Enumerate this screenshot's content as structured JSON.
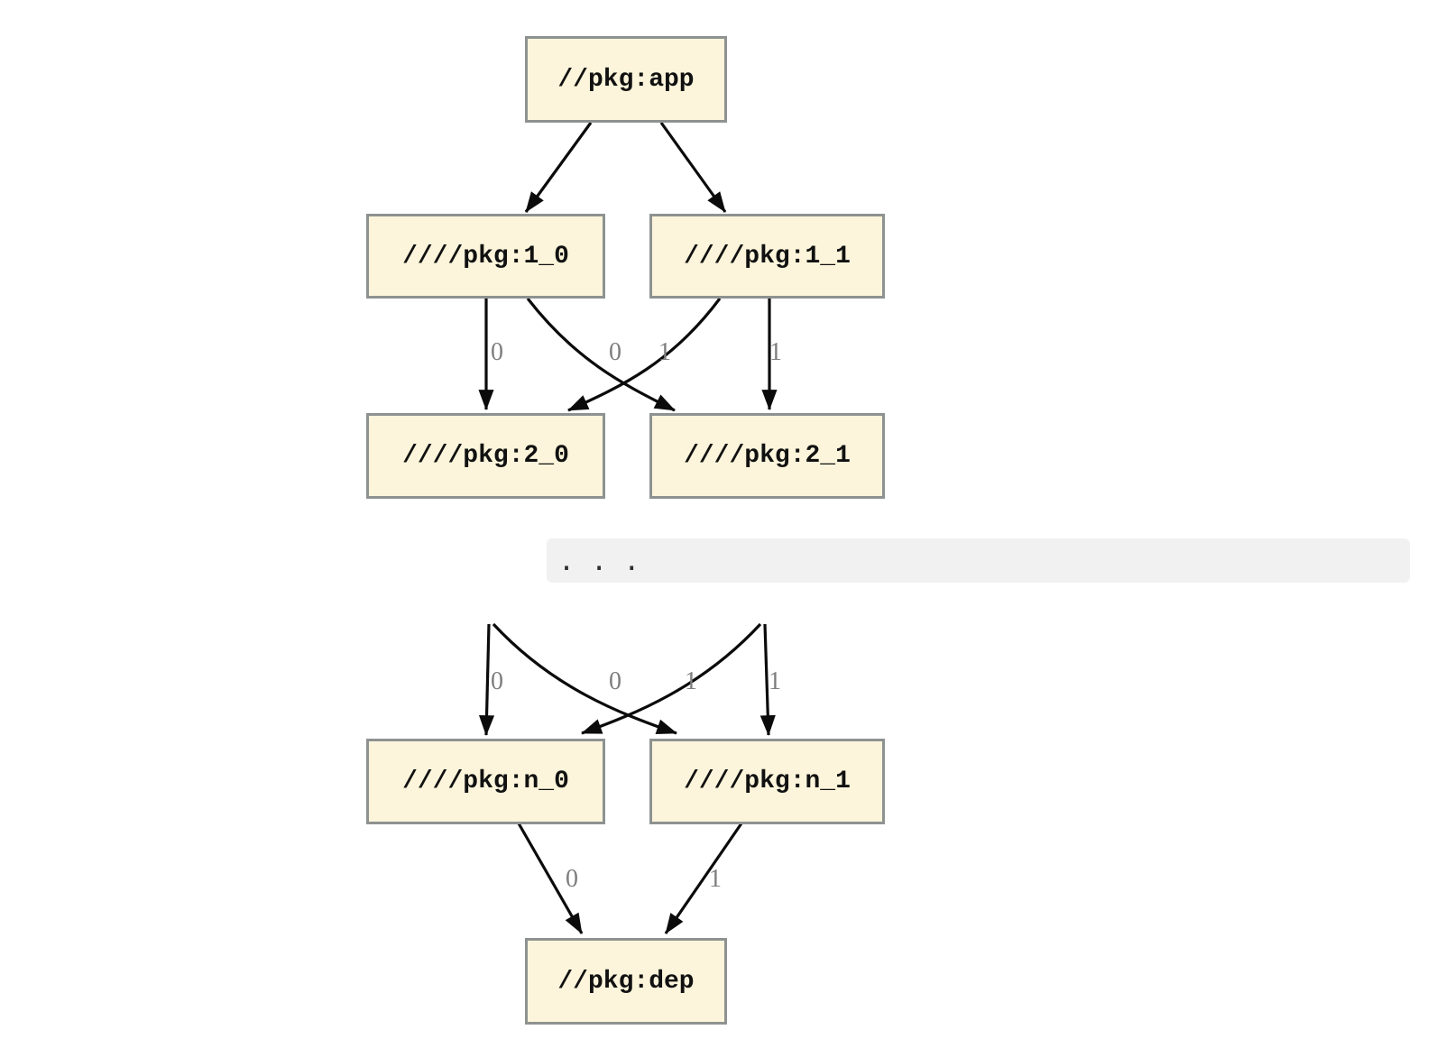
{
  "diagram": {
    "kind": "dependency-graph",
    "nodes": [
      {
        "id": "app",
        "label": "//pkg:app"
      },
      {
        "id": "1_0",
        "label": "////pkg:1_0"
      },
      {
        "id": "1_1",
        "label": "////pkg:1_1"
      },
      {
        "id": "2_0",
        "label": "////pkg:2_0"
      },
      {
        "id": "2_1",
        "label": "////pkg:2_1"
      },
      {
        "id": "n_0",
        "label": "////pkg:n_0"
      },
      {
        "id": "n_1",
        "label": "////pkg:n_1"
      },
      {
        "id": "dep",
        "label": "//pkg:dep"
      }
    ],
    "ellipsis": ". . .",
    "edges": [
      {
        "from": "//pkg:app",
        "to": "////pkg:1_0",
        "label": ""
      },
      {
        "from": "//pkg:app",
        "to": "////pkg:1_1",
        "label": ""
      },
      {
        "from": "////pkg:1_0",
        "to": "////pkg:2_0",
        "label": "0"
      },
      {
        "from": "////pkg:1_0",
        "to": "////pkg:2_1",
        "label": "1"
      },
      {
        "from": "////pkg:1_1",
        "to": "////pkg:2_0",
        "label": "0"
      },
      {
        "from": "////pkg:1_1",
        "to": "////pkg:2_1",
        "label": "1"
      },
      {
        "from": "...",
        "to": "////pkg:n_0",
        "label": "0"
      },
      {
        "from": "...",
        "to": "////pkg:n_1",
        "label": "1"
      },
      {
        "from": "...",
        "to": "////pkg:n_0",
        "label": "0"
      },
      {
        "from": "...",
        "to": "////pkg:n_1",
        "label": "1"
      },
      {
        "from": "////pkg:n_0",
        "to": "//pkg:dep",
        "label": "0"
      },
      {
        "from": "////pkg:n_1",
        "to": "//pkg:dep",
        "label": "1"
      }
    ],
    "colors": {
      "node_fill": "#FCF5DB",
      "node_border": "#8E9290",
      "edge": "#0B0B0B",
      "edge_label": "#7E7E7E",
      "ellipsis_band": "#F1F1F1",
      "background": "#FFFFFF"
    }
  }
}
